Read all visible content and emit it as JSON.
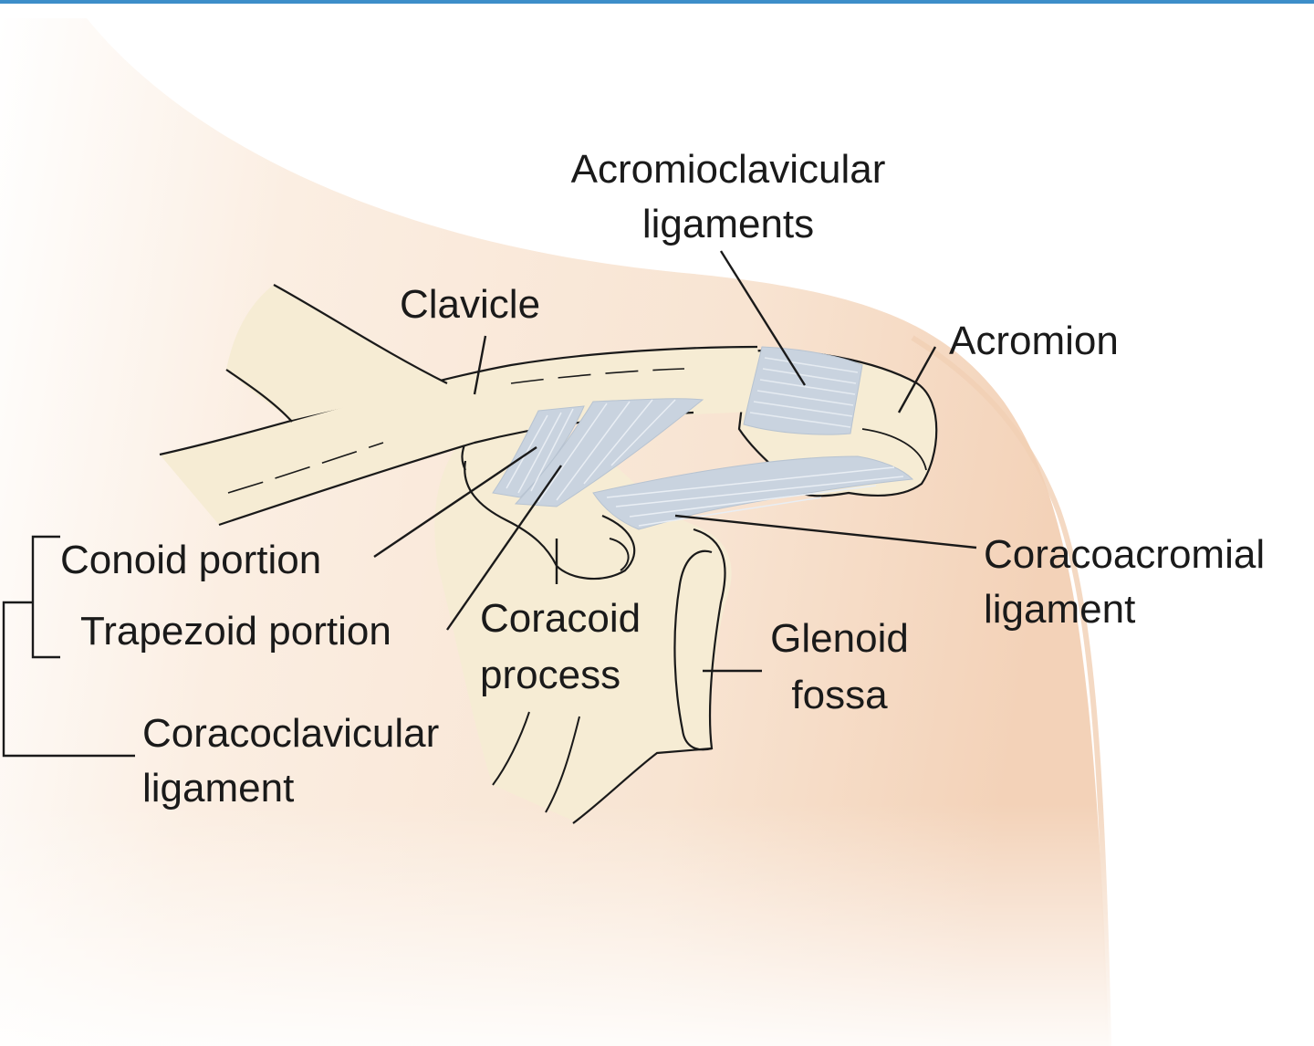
{
  "colors": {
    "background": "#ffffff",
    "top_rule": "#3d8ec9",
    "skin": "#f5dcc6",
    "bone": "#f6ecd4",
    "ligament": "#c9d3df",
    "ligament_fiber": "#e9eef4",
    "outline": "#1a1a1a"
  },
  "labels": {
    "acromioclavicular": [
      "Acromioclavicular",
      "ligaments"
    ],
    "clavicle": "Clavicle",
    "acromion": "Acromion",
    "conoid": "Conoid portion",
    "trapezoid": "Trapezoid portion",
    "coracoid": [
      "Coracoid",
      "process"
    ],
    "coracoacromial": [
      "Coracoacromial",
      "ligament"
    ],
    "glenoid": [
      "Glenoid",
      "fossa"
    ],
    "coracoclavicular": [
      "Coracoclavicular",
      "ligament"
    ]
  }
}
